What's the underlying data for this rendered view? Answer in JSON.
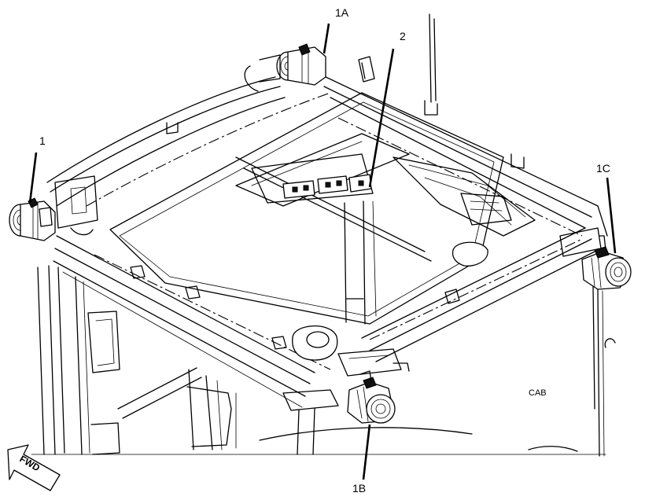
{
  "diagram": {
    "callouts": {
      "c1": "1",
      "c1a": "1A",
      "c2": "2",
      "c1b": "1B",
      "c1c": "1C"
    },
    "cab_label": "CAB",
    "fwd_label": "FWD"
  }
}
